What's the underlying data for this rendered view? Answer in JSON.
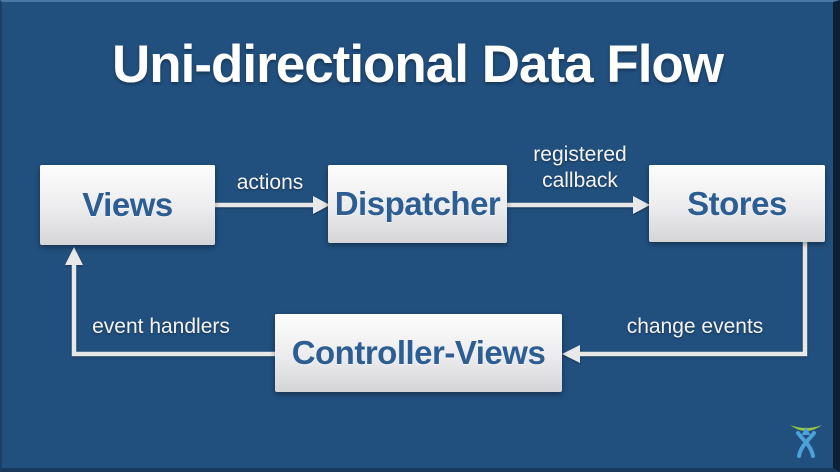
{
  "title": "Uni-directional Data Flow",
  "diagram": {
    "type": "flow-diagram",
    "nodes": [
      {
        "id": "views",
        "label": "Views"
      },
      {
        "id": "dispatcher",
        "label": "Dispatcher"
      },
      {
        "id": "stores",
        "label": "Stores"
      },
      {
        "id": "controller-views",
        "label": "Controller-Views"
      }
    ],
    "edges": [
      {
        "from": "views",
        "to": "dispatcher",
        "label": "actions"
      },
      {
        "from": "dispatcher",
        "to": "stores",
        "label": "registered callback"
      },
      {
        "from": "stores",
        "to": "controller-views",
        "label": "change events"
      },
      {
        "from": "controller-views",
        "to": "views",
        "label": "event handlers"
      }
    ]
  },
  "logo": {
    "name": "atlassian-logo"
  },
  "colors": {
    "background": "#21507F",
    "box_text": "#2D5E93",
    "box_fill_top": "#FDFDFD",
    "box_fill_bottom": "#D5D5D7",
    "arrow": "#E8E8E8",
    "title_text": "#FFFFFF",
    "logo_green": "#95C93D",
    "logo_blue": "#4DA0D8"
  }
}
